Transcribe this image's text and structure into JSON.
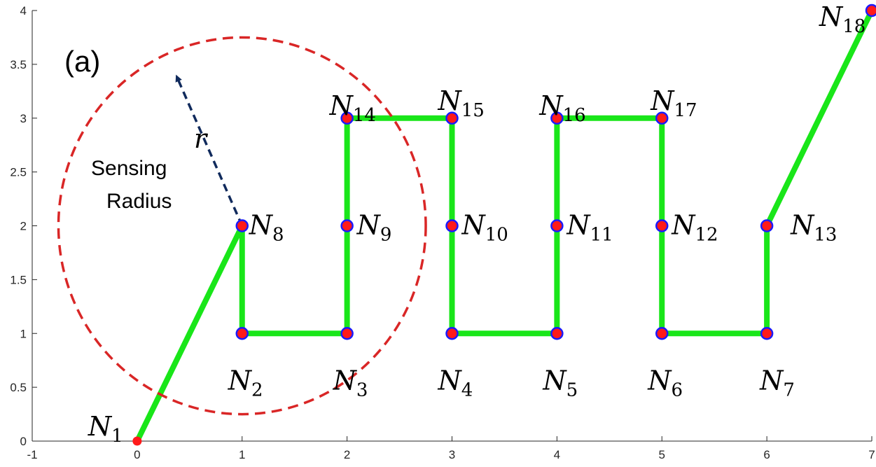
{
  "chart_data": {
    "type": "scatter",
    "panel_label": "(a)",
    "xlim": [
      -1,
      7
    ],
    "ylim": [
      0,
      4
    ],
    "x_ticks": [
      "-1",
      "0",
      "1",
      "2",
      "3",
      "4",
      "5",
      "6",
      "7"
    ],
    "y_ticks": [
      "0",
      "0.5",
      "1",
      "1.5",
      "2",
      "2.5",
      "3",
      "3.5",
      "4"
    ],
    "grid": false,
    "nodes": [
      {
        "name": "N",
        "sub": "1",
        "x": 0,
        "y": 0,
        "outline": false
      },
      {
        "name": "N",
        "sub": "2",
        "x": 1,
        "y": 1,
        "outline": true
      },
      {
        "name": "N",
        "sub": "3",
        "x": 2,
        "y": 1,
        "outline": true
      },
      {
        "name": "N",
        "sub": "4",
        "x": 3,
        "y": 1,
        "outline": true
      },
      {
        "name": "N",
        "sub": "5",
        "x": 4,
        "y": 1,
        "outline": true
      },
      {
        "name": "N",
        "sub": "6",
        "x": 5,
        "y": 1,
        "outline": true
      },
      {
        "name": "N",
        "sub": "7",
        "x": 6,
        "y": 1,
        "outline": true
      },
      {
        "name": "N",
        "sub": "8",
        "x": 1,
        "y": 2,
        "outline": true
      },
      {
        "name": "N",
        "sub": "9",
        "x": 2,
        "y": 2,
        "outline": true
      },
      {
        "name": "N",
        "sub": "10",
        "x": 3,
        "y": 2,
        "outline": true
      },
      {
        "name": "N",
        "sub": "11",
        "x": 4,
        "y": 2,
        "outline": true
      },
      {
        "name": "N",
        "sub": "12",
        "x": 5,
        "y": 2,
        "outline": true
      },
      {
        "name": "N",
        "sub": "13",
        "x": 6,
        "y": 2,
        "outline": true
      },
      {
        "name": "N",
        "sub": "14",
        "x": 2,
        "y": 3,
        "outline": true
      },
      {
        "name": "N",
        "sub": "15",
        "x": 3,
        "y": 3,
        "outline": true
      },
      {
        "name": "N",
        "sub": "16",
        "x": 4,
        "y": 3,
        "outline": true
      },
      {
        "name": "N",
        "sub": "17",
        "x": 5,
        "y": 3,
        "outline": true
      },
      {
        "name": "N",
        "sub": "18",
        "x": 7,
        "y": 4,
        "outline": true
      }
    ],
    "path": [
      [
        0,
        0
      ],
      [
        1,
        2
      ],
      [
        1,
        1
      ],
      [
        2,
        1
      ],
      [
        2,
        3
      ],
      [
        3,
        3
      ],
      [
        3,
        1
      ],
      [
        4,
        1
      ],
      [
        4,
        3
      ],
      [
        5,
        3
      ],
      [
        5,
        1
      ],
      [
        6,
        1
      ],
      [
        6,
        2
      ],
      [
        7,
        4
      ]
    ],
    "sensing_circle": {
      "center": [
        1,
        2
      ],
      "radius": 1.75
    },
    "radius_arrow": {
      "from": [
        1,
        2
      ],
      "to": [
        0.38,
        3.38
      ],
      "label": "r"
    },
    "annotation_lines": [
      "Sensing",
      "Radius"
    ],
    "colors": {
      "path": "#19e619",
      "node_fill": "#ff1a1a",
      "node_edge": "#1a1aff",
      "circle": "#d92626",
      "arrow": "#102a5c",
      "axis": "#262626"
    }
  }
}
